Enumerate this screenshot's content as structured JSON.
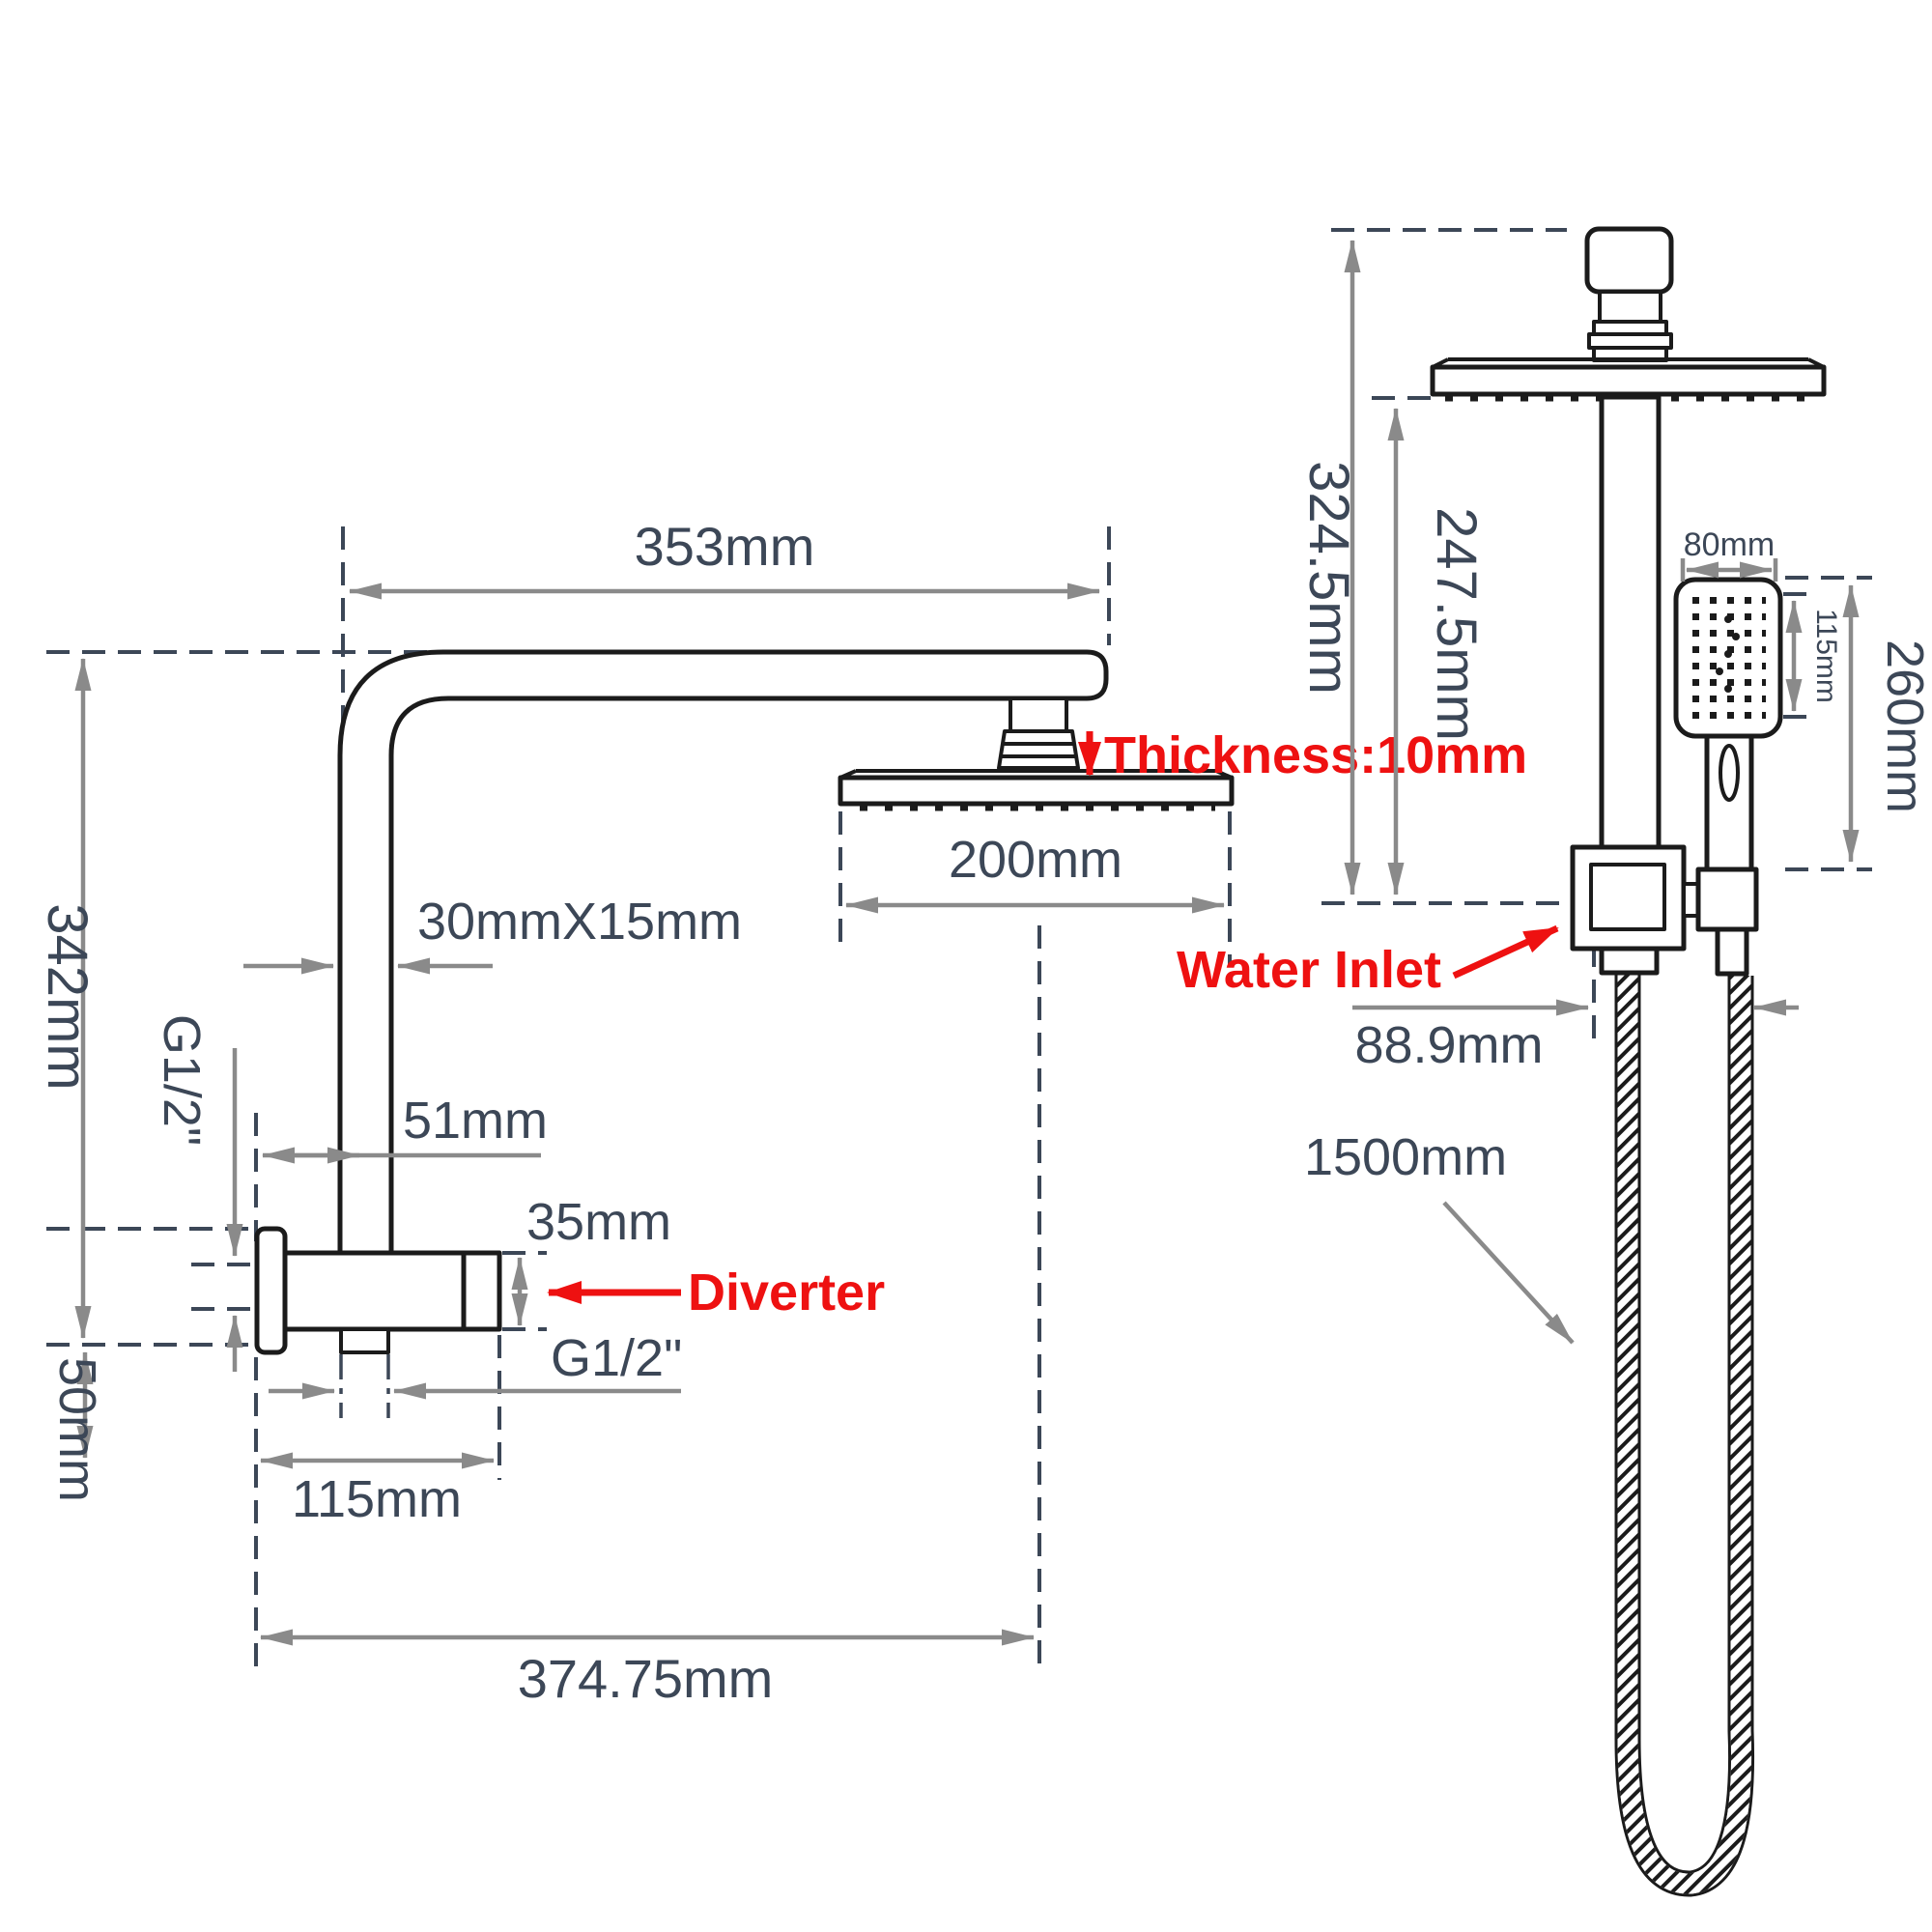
{
  "colors": {
    "line": "#1b1b1b",
    "dimension_gray": "#8a8a8a",
    "annotation_navy": "#3c4757",
    "highlight_red": "#ee1111"
  },
  "left_view": {
    "arm_length": "353mm",
    "overall_height": "342mm",
    "tube_profile": "30mmX15mm",
    "wall_thread": "G1/2\"",
    "wall_offset": "51mm",
    "diverter_height": "35mm",
    "diverter_label": "Diverter",
    "outlet_thread": "G1/2\"",
    "bottom_offset": "50mm",
    "diverter_width": "115mm",
    "overall_length": "374.75mm",
    "head_width": "200mm",
    "head_thickness": "Thickness:10mm"
  },
  "right_view": {
    "ceiling_to_inlet": "324.5mm",
    "head_to_inlet": "247.5mm",
    "handheld_width": "80mm",
    "handheld_face_height": "115mm",
    "handheld_length": "260mm",
    "water_inlet_label": "Water Inlet",
    "inlet_offset": "88.9mm",
    "hose_length": "1500mm"
  }
}
